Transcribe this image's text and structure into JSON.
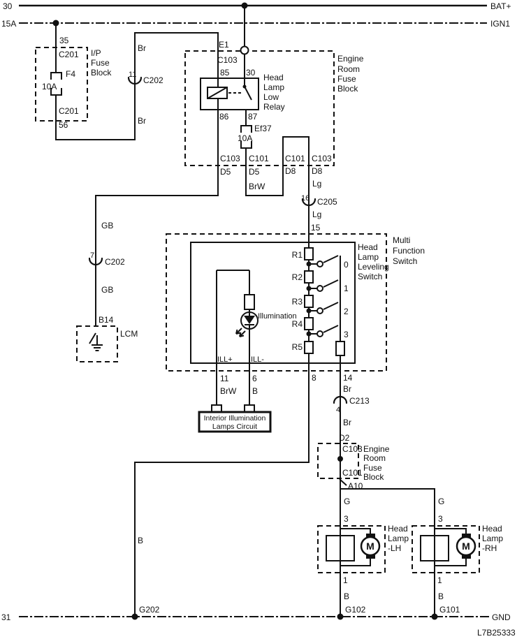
{
  "rails": {
    "r30": "30",
    "r15a": "15A",
    "r31": "31",
    "bat": "BAT+",
    "ign1": "IGN1",
    "gnd": "GND"
  },
  "doc_code": "L7B25333",
  "ip_fuse_block": {
    "name": [
      "I/P",
      "Fuse",
      "Block"
    ],
    "pin_top": "35",
    "conn_top": "C201",
    "fuse": "F4",
    "rating": "10A",
    "conn_bottom": "C201",
    "pin_bottom": "56"
  },
  "c202_11": {
    "pin": "11",
    "name": "C202"
  },
  "c202_7": {
    "pin": "7",
    "name": "C202"
  },
  "c205": {
    "pin": "16",
    "name": "C205"
  },
  "c213": {
    "pin": "4",
    "name": "C213"
  },
  "wires": {
    "br_top": "Br",
    "br_mid": "Br",
    "gb_top": "GB",
    "gb_bottom": "GB",
    "brw_out": "BrW",
    "lg_top": "Lg",
    "lg_bottom": "Lg",
    "brw_ill": "BrW",
    "b_ill": "B",
    "b_left": "B",
    "br_lvl_top": "Br",
    "br_lvl_bottom": "Br",
    "g_left": "G",
    "g_right": "G",
    "b_lh": "B",
    "b_rh": "B"
  },
  "erfb1": {
    "name": [
      "Engine",
      "Room",
      "Fuse",
      "Block"
    ],
    "e1": "E1",
    "c103_in": "C103",
    "relay": {
      "name": [
        "Head",
        "Lamp",
        "Low",
        "Relay"
      ],
      "p85": "85",
      "p30": "30",
      "p86": "86",
      "p87": "87"
    },
    "fuse": {
      "name": "Ef37",
      "rating": "10A"
    },
    "out": [
      {
        "conn": "C103",
        "pin": "D5"
      },
      {
        "conn": "C101",
        "pin": "D5"
      },
      {
        "conn": "C101",
        "pin": "D8"
      },
      {
        "conn": "C103",
        "pin": "D8"
      }
    ]
  },
  "mfs": {
    "name": [
      "Multi",
      "Function",
      "Switch"
    ],
    "pin_in": "15",
    "hlls": {
      "name": [
        "Head",
        "Lamp",
        "Leveling",
        "Switch"
      ],
      "resistors": [
        "R1",
        "R2",
        "R3",
        "R4",
        "R5"
      ],
      "positions": [
        "0",
        "1",
        "2",
        "3"
      ],
      "illumination": "Illumination",
      "ill_plus": "ILL+",
      "ill_minus": "ILL-"
    },
    "pins_out": [
      "11",
      "6",
      "8",
      "14"
    ]
  },
  "iilc": {
    "line1": "Interior Illumination",
    "line2": "Lamps Circuit"
  },
  "lcm": {
    "pin": "B14",
    "name": "LCM"
  },
  "erfb2": {
    "name": [
      "Engine",
      "Room",
      "Fuse",
      "Block"
    ],
    "pin_in": "D2",
    "c103": "C103",
    "c101": "C101",
    "pin_out": "A10"
  },
  "lamp_lh": {
    "name": [
      "Head",
      "Lamp",
      "-LH"
    ],
    "pin_in": "3",
    "pin_out": "1",
    "motor": "M",
    "ground": "G102"
  },
  "lamp_rh": {
    "name": [
      "Head",
      "Lamp",
      "-RH"
    ],
    "pin_in": "3",
    "pin_out": "1",
    "motor": "M",
    "ground": "G101"
  },
  "grounds": {
    "g202": "G202"
  }
}
